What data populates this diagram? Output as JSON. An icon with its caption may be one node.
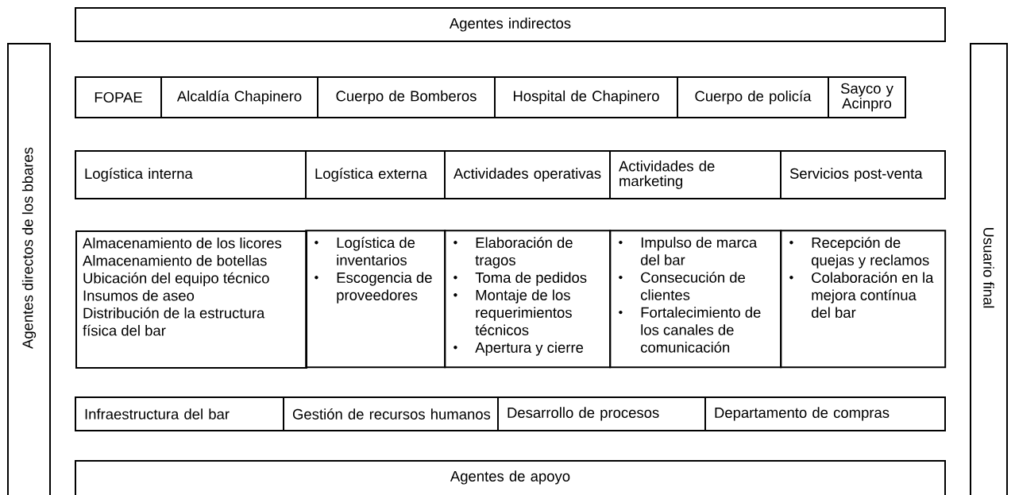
{
  "diagram": {
    "nodes": [
      {
        "text": [
          "Agentes indirectos"
        ]
      },
      {
        "text": [
          "Agentes directos de los bbares"
        ]
      },
      {
        "text": [
          "Usuario final"
        ]
      },
      {
        "text": [
          "FOPAE"
        ]
      },
      {
        "text": [
          "Alcaldía Chapinero"
        ]
      },
      {
        "text": [
          "Cuerpo de Bomberos"
        ]
      },
      {
        "text": [
          "Hospital de Chapinero"
        ]
      },
      {
        "text": [
          "Cuerpo de policía"
        ]
      },
      {
        "text": [
          "Sayco y Acinpro"
        ]
      },
      {
        "text": [
          "Logística interna"
        ]
      },
      {
        "text": [
          "Logística externa"
        ]
      },
      {
        "text": [
          "Actividades operativas"
        ]
      },
      {
        "text": [
          "Actividades de marketing"
        ]
      },
      {
        "text": [
          "Servicios post-venta"
        ]
      },
      {
        "text": [
          "Almacenamiento de los licores",
          "Almacenamiento de botellas",
          "Ubicación del equipo técnico",
          "Insumos de aseo",
          "Distribución de la estructura física del bar"
        ]
      },
      {
        "text": [
          "Logística de inventarios",
          "Escogencia de proveedores"
        ]
      },
      {
        "text": [
          "Elaboración de tragos",
          "Toma de pedidos",
          "Montaje de los requerimientos técnicos",
          "Apertura y cierre"
        ]
      },
      {
        "text": [
          "Impulso de marca del bar",
          "Consecución de clientes",
          "Fortalecimiento de los canales de comunicación"
        ]
      },
      {
        "text": [
          "Recepción de quejas y reclamos",
          "Colaboración en la mejora contínua del bar"
        ]
      },
      {
        "text": [
          "Infraestructura del bar"
        ]
      },
      {
        "text": [
          "Gestión de recursos humanos"
        ]
      },
      {
        "text": [
          "Desarrollo de procesos"
        ]
      },
      {
        "text": [
          "Departamento de compras"
        ]
      },
      {
        "text": [
          "Agentes de apoyo"
        ]
      }
    ]
  }
}
